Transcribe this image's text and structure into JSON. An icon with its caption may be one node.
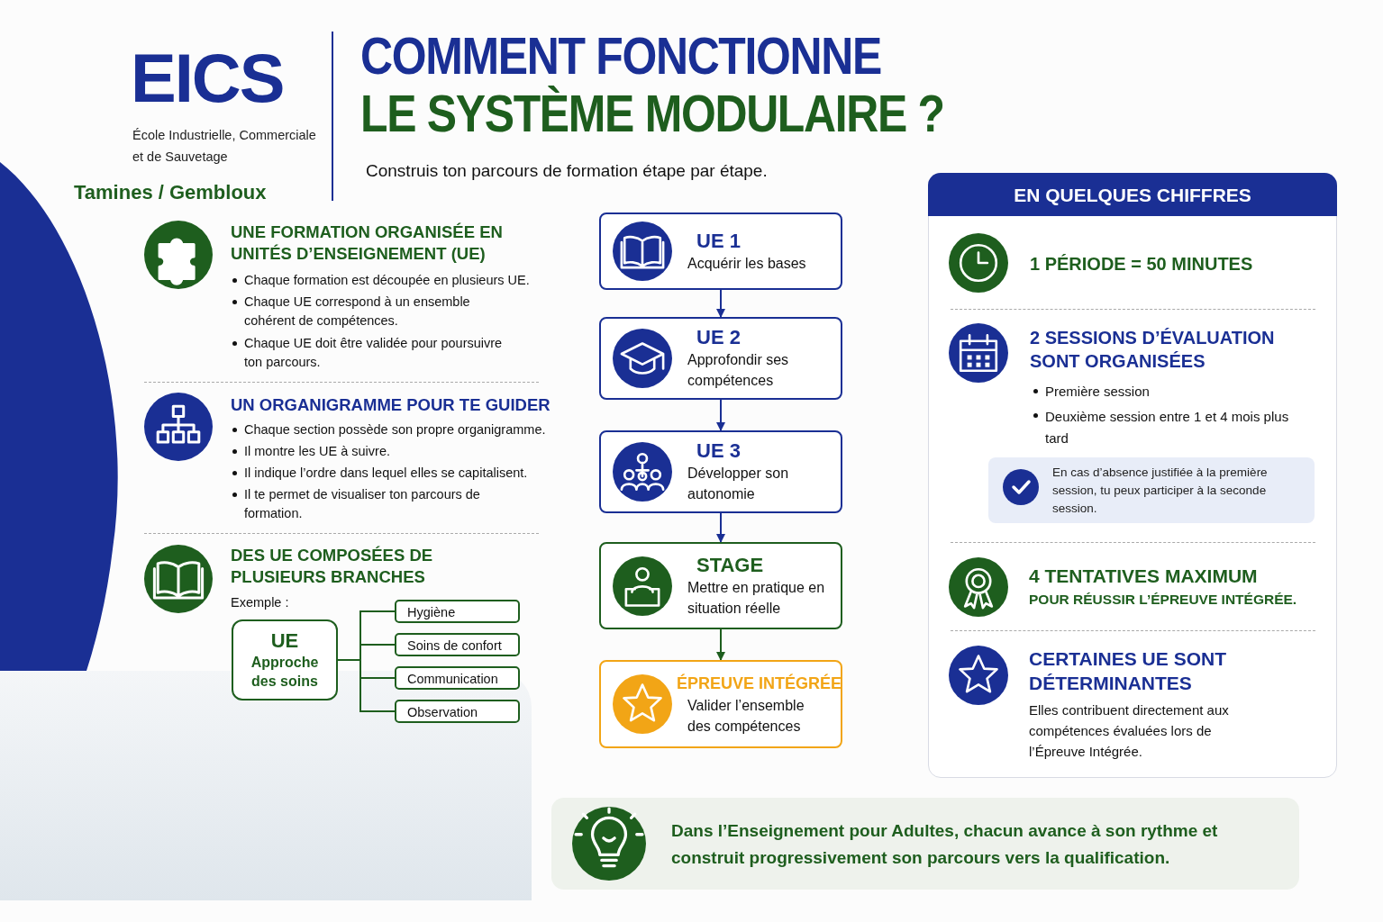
{
  "diagram": {
    "title": "COMMENT FONCTIONNE LE SYSTÈME MODULAIRE ?",
    "nodes": [
      {
        "text": [
          "UE 1",
          "Acquérir les bases"
        ]
      },
      {
        "text": [
          "UE 2",
          "Approfondir ses compétences"
        ]
      },
      {
        "text": [
          "UE 3",
          "Développer son autonomie"
        ]
      },
      {
        "text": [
          "STAGE",
          "Mettre en pratique en situation réelle"
        ]
      },
      {
        "text": [
          "ÉPREUVE INTÉGRÉE",
          "Valider l’ensemble des compétences"
        ]
      },
      {
        "text": [
          "UE",
          "Approche des soins"
        ]
      },
      {
        "text": [
          "Hygiène"
        ]
      },
      {
        "text": [
          "Soins de confort"
        ]
      },
      {
        "text": [
          "Communication"
        ]
      },
      {
        "text": [
          "Observation"
        ]
      }
    ],
    "edges": [
      {
        "from": 0,
        "to": 1,
        "arrow": "to",
        "color": "#1a2f94"
      },
      {
        "from": 1,
        "to": 2,
        "arrow": "to",
        "color": "#1a2f94"
      },
      {
        "from": 2,
        "to": 3,
        "arrow": "to",
        "color": "#1a2f94"
      },
      {
        "from": 3,
        "to": 4,
        "arrow": "to"
      },
      {
        "from": 5,
        "to": 6,
        "arrow": "none"
      },
      {
        "from": 5,
        "to": 7,
        "arrow": "none"
      },
      {
        "from": 5,
        "to": 8,
        "arrow": "none"
      },
      {
        "from": 5,
        "to": 9,
        "arrow": "none"
      }
    ],
    "labels": [
      "EICS",
      "École Industrielle, Commerciale et de Sauvetage",
      "Tamines / Gembloux",
      "Construis ton parcours de formation étape par étape.",
      "UNE FORMATION ORGANISÉE EN UNITÉS D’ENSEIGNEMENT (UE)",
      "Chaque formation est découpée en plusieurs UE.",
      "Chaque UE correspond à un ensemble cohérent de compétences.",
      "Chaque UE doit être validée pour poursuivre ton parcours.",
      "UN ORGANIGRAMME POUR TE GUIDER",
      "Chaque section possède son propre organigramme.",
      "Il montre les UE à suivre.",
      "Il indique l’ordre dans lequel elles se capitalisent.",
      "Il te permet de visualiser ton parcours de formation.",
      "DES UE COMPOSÉES DE PLUSIEURS BRANCHES",
      "Exemple :",
      "EN QUELQUES CHIFFRES",
      "1 PÉRIODE = 50 MINUTES",
      "2 SESSIONS D’ÉVALUATION SONT ORGANISÉES",
      "Première session",
      "Deuxième session entre 1 et 4 mois plus tard",
      "En cas d’absence justifiée à la première session, tu peux participer à la seconde session.",
      "4 TENTATIVES MAXIMUM",
      "POUR RÉUSSIR L’ÉPREUVE INTÉGRÉE.",
      "CERTAINES UE SONT DÉTERMINANTES",
      "Elles contribuent directement aux compétences évaluées lors de l’Épreuve Intégrée.",
      "Dans l’Enseignement pour Adultes, chacun avance à son rythme et construit progressivement son parcours vers la qualification."
    ]
  }
}
